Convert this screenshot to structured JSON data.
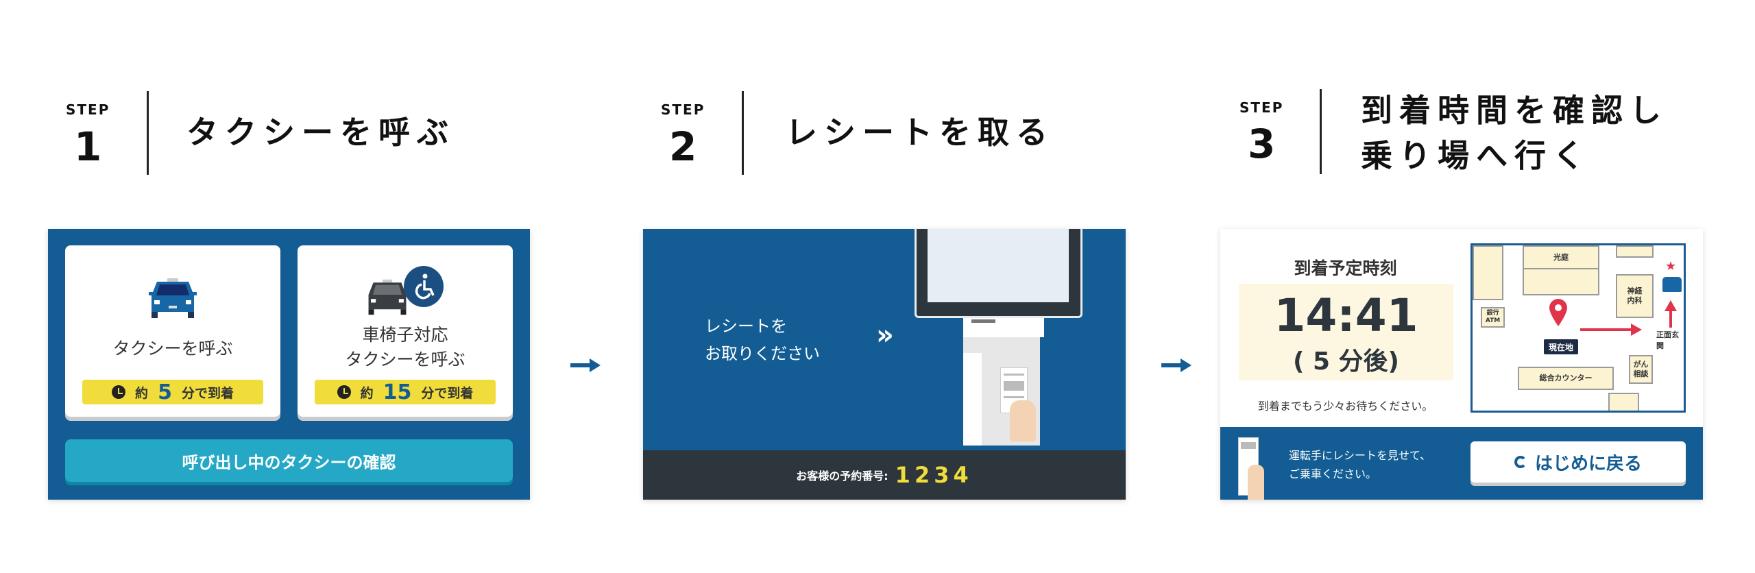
{
  "steps": [
    {
      "step_label": "STEP",
      "number": "1",
      "title": "タクシーを呼ぶ"
    },
    {
      "step_label": "STEP",
      "number": "2",
      "title": "レシートを取る"
    },
    {
      "step_label": "STEP",
      "number": "3",
      "title_line1": "到着時間を確認し",
      "title_line2": "乗り場へ行く"
    }
  ],
  "panel1": {
    "card1": {
      "label": "タクシーを呼ぶ",
      "prefix": "約",
      "minutes": "5",
      "suffix": "分で到着"
    },
    "card2": {
      "label_line1": "車椅子対応",
      "label_line2": "タクシーを呼ぶ",
      "prefix": "約",
      "minutes": "15",
      "suffix": "分で到着"
    },
    "check_button": "呼び出し中のタクシーの確認"
  },
  "panel2": {
    "message_line1": "レシートを",
    "message_line2": "お取りください",
    "chevron": "»",
    "reservation_label": "お客様の予約番号:",
    "reservation_number": "1234"
  },
  "panel3": {
    "heading": "到着予定時刻",
    "time": "14:41",
    "relative": "( 5 分後)",
    "wait_message": "到着までもう少々お待ちください。",
    "map": {
      "garden": "光庭",
      "neuro_line1": "神経",
      "neuro_line2": "内科",
      "bank_line1": "銀行",
      "bank_line2": "ATM",
      "current": "現在地",
      "entrance": "正面玄関",
      "counter": "総合カウンター",
      "cancer_line1": "がん",
      "cancer_line2": "相談"
    },
    "instruction_line1": "運転手にレシートを見せて、",
    "instruction_line2": "ご乗車ください。",
    "back_button": "はじめに戻る"
  },
  "colors": {
    "blue": "#135d94",
    "dark": "#2d353d",
    "yellow": "#f0dc3a",
    "teal": "#24a8c6",
    "cream": "#fdf7e1",
    "red": "#e0344a"
  }
}
